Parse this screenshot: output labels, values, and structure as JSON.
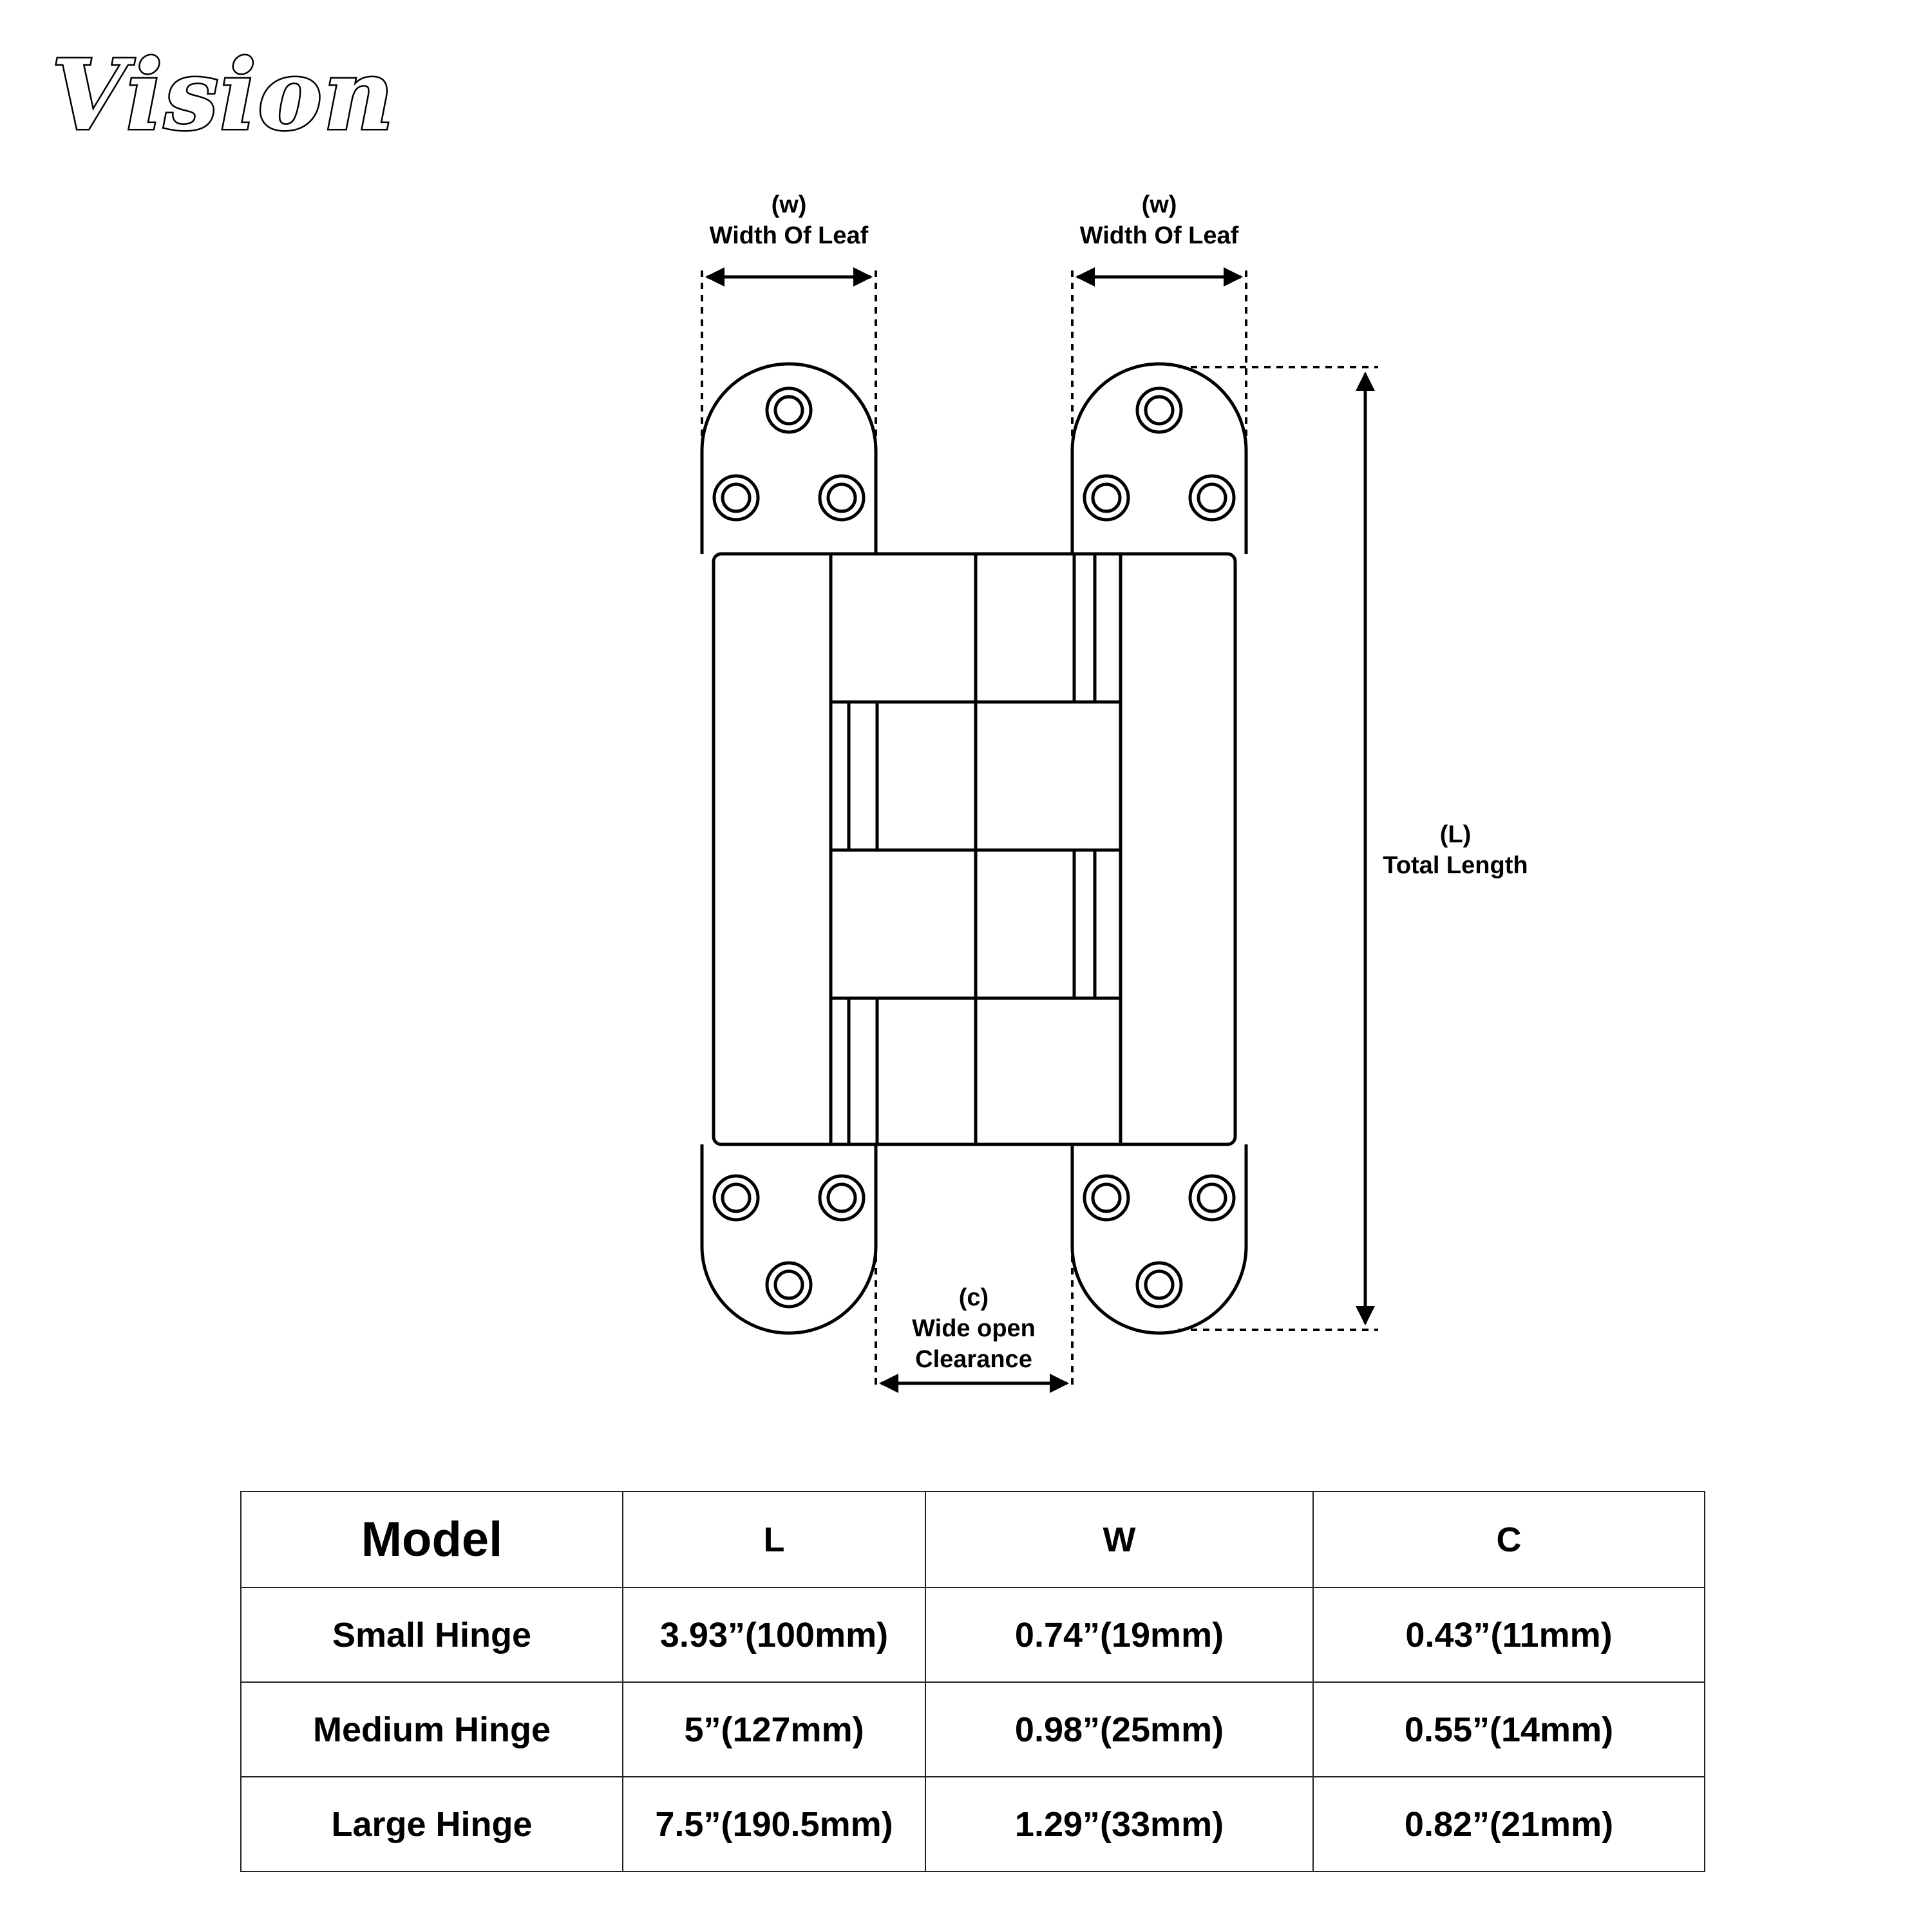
{
  "brand": {
    "logo_text": "Vision"
  },
  "diagram": {
    "width_label_left": {
      "symbol": "(w)",
      "text": "Width Of Leaf"
    },
    "width_label_right": {
      "symbol": "(w)",
      "text": "Width Of Leaf"
    },
    "length_label": {
      "symbol": "(L)",
      "text": "Total Length"
    },
    "clearance_label": {
      "symbol": "(c)",
      "line1": "Wide open",
      "line2": "Clearance"
    }
  },
  "table": {
    "headers": [
      "Model",
      "L",
      "W",
      "C"
    ],
    "rows": [
      {
        "model": "Small Hinge",
        "L": "3.93”(100mm)",
        "W": "0.74”(19mm)",
        "C": "0.43”(11mm)"
      },
      {
        "model": "Medium Hinge",
        "L": "5”(127mm)",
        "W": "0.98”(25mm)",
        "C": "0.55”(14mm)"
      },
      {
        "model": "Large Hinge",
        "L": "7.5”(190.5mm)",
        "W": "1.29”(33mm)",
        "C": "0.82”(21mm)"
      }
    ]
  }
}
